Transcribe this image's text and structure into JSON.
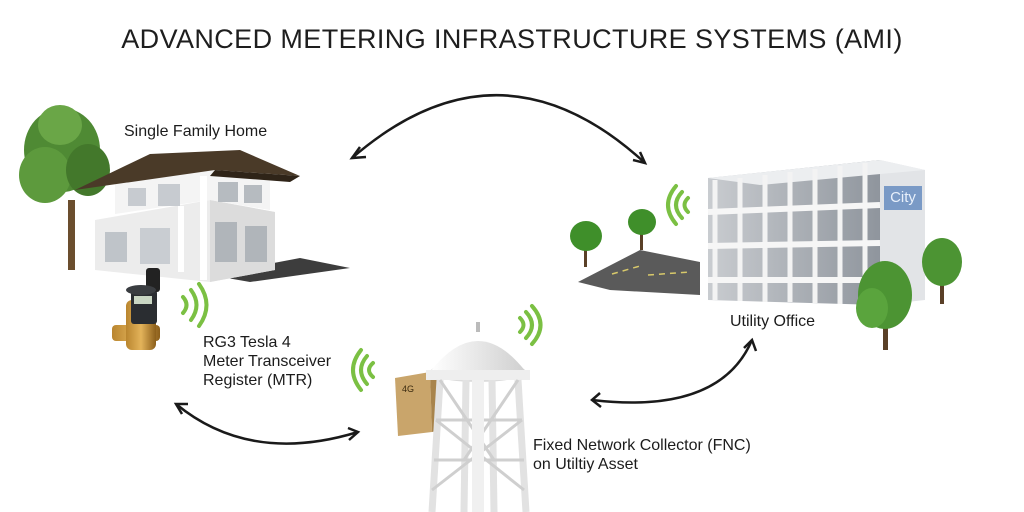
{
  "title": "ADVANCED METERING INFRASTRUCTURE SYSTEMS (AMI)",
  "nodes": {
    "home": {
      "label": "Single Family Home"
    },
    "mtr": {
      "lines": [
        "RG3 Tesla 4",
        "Meter Transceiver",
        "Register (MTR)"
      ]
    },
    "office": {
      "label": "Utility Office",
      "sign": "City"
    },
    "fnc": {
      "lines": [
        "Fixed Network Collector (FNC)",
        "on Utiltiy Asset"
      ]
    }
  },
  "colors": {
    "signal": "#7bc043",
    "arrow": "#1a1a1a",
    "roof": "#4a3a28",
    "house_wall": "#f2f2f2",
    "building_glass": "#9aa0a8",
    "tree": "#3f8f2a",
    "road": "#5a5a5a",
    "tower": "#f4f4f4"
  },
  "icons": [
    "house-illustration",
    "office-building-illustration",
    "water-tower-illustration",
    "water-meter-illustration",
    "wifi-signal-icon",
    "tree-illustration"
  ]
}
